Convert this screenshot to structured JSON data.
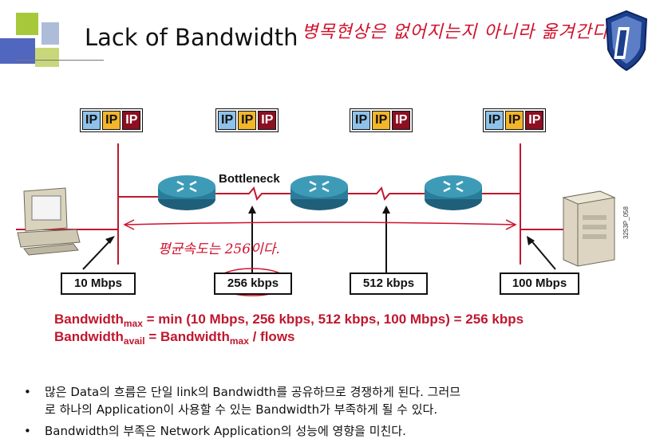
{
  "title": "Lack of Bandwidth",
  "handwriting": {
    "title_note": "병목현상은 없어지는지 아니라 옮겨간다",
    "avg_note": "평균속도는 256이다."
  },
  "packets": [
    [
      "IP",
      "IP",
      "IP"
    ],
    [
      "IP",
      "IP",
      "IP"
    ],
    [
      "IP",
      "IP",
      "IP"
    ],
    [
      "IP",
      "IP",
      "IP"
    ]
  ],
  "packet_colors": [
    "#8fc2ea",
    "#f3b52a",
    "#8c1022"
  ],
  "link_color": "#c0172e",
  "bottleneck_label": "Bottleneck",
  "speeds": [
    "10 Mbps",
    "256 kbps",
    "512 kbps",
    "100 Mbps"
  ],
  "formula": {
    "line1_a": "Bandwidth",
    "line1_sub": "max",
    "line1_b": " = min (10 Mbps, 256 kbps, 512 kbps, 100 Mbps) = 256 kbps",
    "line2_a": "Bandwidth",
    "line2_sub": "avail",
    "line2_b": " = Bandwidth",
    "line2_sub2": "max",
    "line2_c": " / flows"
  },
  "bullets": [
    {
      "line1": "많은 Data의 흐름은 단일 link의 Bandwidth를 공유하므로 경쟁하게 된다. 그러므",
      "line2": "로 하나의 Application이 사용할 수 있는 Bandwidth가 부족하게 될 수 있다."
    },
    {
      "line1": "Bandwidth의 부족은 Network Application의 성능에 영향을 미친다."
    }
  ],
  "side_id": "3253P_058",
  "icons": [
    "workstation-icon",
    "router-icon",
    "server-icon",
    "shield-logo-icon"
  ]
}
